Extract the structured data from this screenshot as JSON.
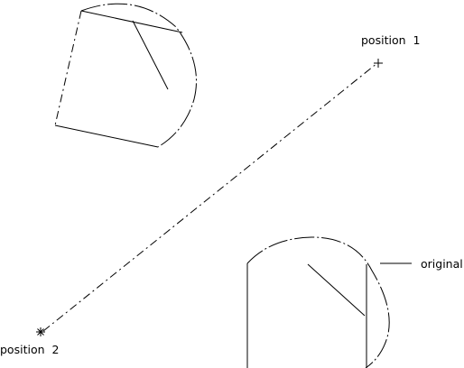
{
  "labels": {
    "position1": "position  1",
    "position2": "position  2",
    "original": "original"
  },
  "colors": {
    "stroke": "#000000",
    "background": "#ffffff"
  }
}
